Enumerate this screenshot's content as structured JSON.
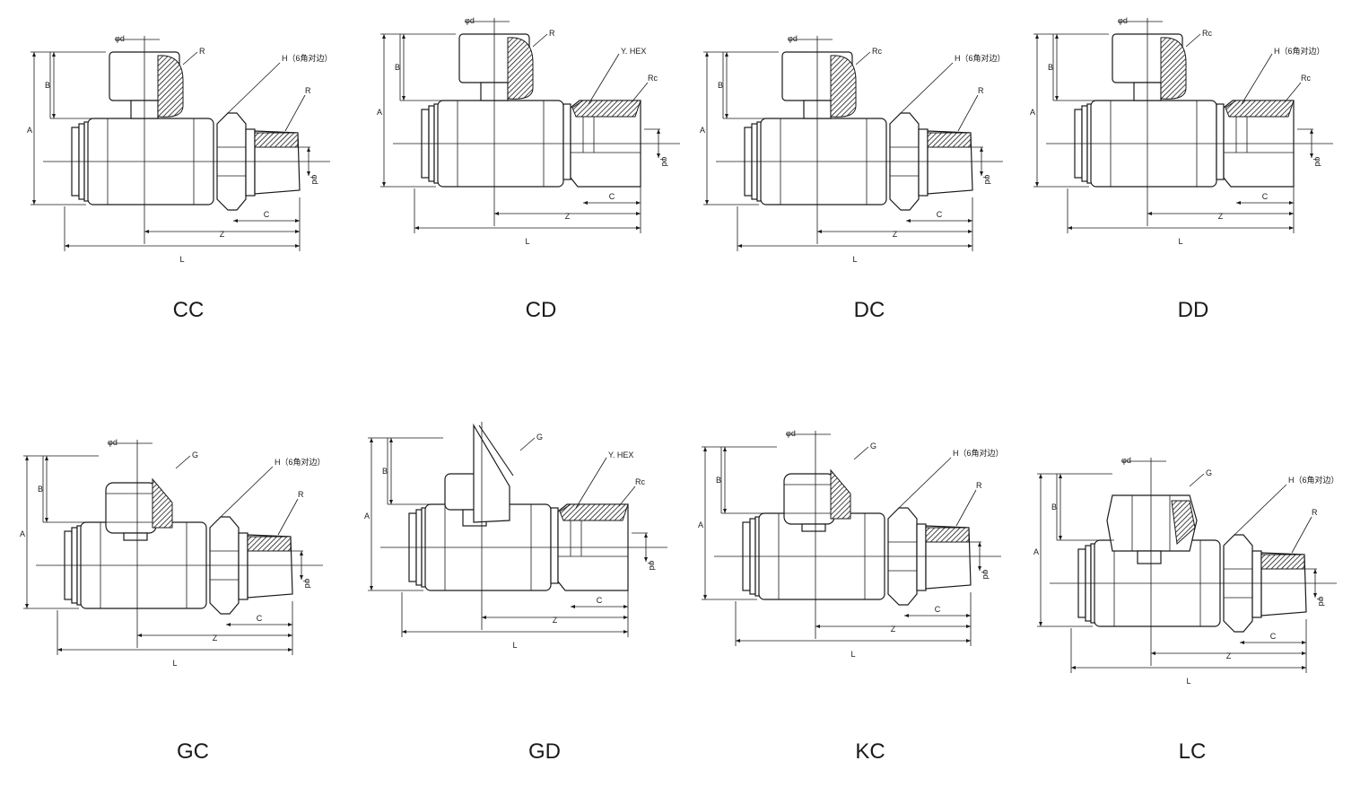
{
  "diagrams": [
    {
      "id": "CC",
      "caption": "CC",
      "top": "R",
      "side": "R",
      "hex": "H（6角对边）",
      "top_d": "φd",
      "side_d": "φd",
      "dims": {
        "A": "A",
        "B": "B",
        "C": "C",
        "Z": "Z",
        "L": "L"
      }
    },
    {
      "id": "CD",
      "caption": "CD",
      "top": "R",
      "side": "Rc",
      "hex": "Y. HEX",
      "top_d": "φd",
      "side_d": "φd",
      "dims": {
        "A": "A",
        "B": "B",
        "C": "C",
        "Z": "Z",
        "L": "L"
      }
    },
    {
      "id": "DC",
      "caption": "DC",
      "top": "Rc",
      "side": "R",
      "hex": "H（6角对边）",
      "top_d": "φd",
      "side_d": "φd",
      "dims": {
        "A": "A",
        "B": "B",
        "C": "C",
        "Z": "Z",
        "L": "L"
      }
    },
    {
      "id": "DD",
      "caption": "DD",
      "top": "Rc",
      "side": "Rc",
      "hex": "H（6角对边）",
      "top_d": "φd",
      "side_d": "φd",
      "dims": {
        "A": "A",
        "B": "B",
        "C": "C",
        "Z": "Z",
        "L": "L"
      }
    },
    {
      "id": "GC",
      "caption": "GC",
      "top": "G",
      "side": "R",
      "hex": "H（6角对边）",
      "top_d": "φd",
      "side_d": "φd",
      "dims": {
        "A": "A",
        "B": "B",
        "C": "C",
        "Z": "Z",
        "L": "L"
      }
    },
    {
      "id": "GD",
      "caption": "GD",
      "top": "G",
      "side": "Rc",
      "hex": "Y. HEX",
      "top_d": "",
      "side_d": "φd",
      "dims": {
        "A": "A",
        "B": "B",
        "C": "C",
        "Z": "Z",
        "L": "L"
      }
    },
    {
      "id": "KC",
      "caption": "KC",
      "top": "G",
      "side": "R",
      "hex": "H（6角对边）",
      "top_d": "φd",
      "side_d": "φd",
      "dims": {
        "A": "A",
        "B": "B",
        "C": "C",
        "Z": "Z",
        "L": "L"
      }
    },
    {
      "id": "LC",
      "caption": "LC",
      "top": "G",
      "side": "R",
      "hex": "H（6角对边）",
      "top_d": "φd",
      "side_d": "φd",
      "dims": {
        "A": "A",
        "B": "B",
        "C": "C",
        "Z": "Z",
        "L": "L"
      }
    }
  ]
}
